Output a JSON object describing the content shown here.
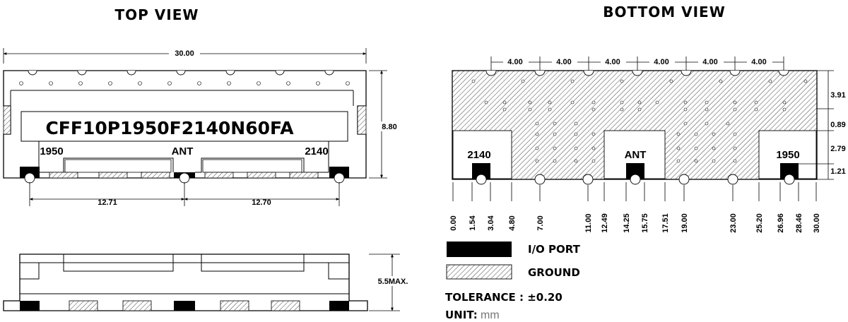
{
  "titles": {
    "top_view": "TOP VIEW",
    "bottom_view": "BOTTOM VIEW"
  },
  "top_view": {
    "width_dim": "30.00",
    "height_dim": "8.80",
    "part_number": "CFF10P1950F2140N60FA",
    "port_left": "1950",
    "port_center": "ANT",
    "port_right": "2140",
    "pitch_left": "12.71",
    "pitch_right": "12.70"
  },
  "side_view": {
    "height_dim": "5.5MAX."
  },
  "bottom_view": {
    "pitch_labels": [
      "4.00",
      "4.00",
      "4.00",
      "4.00",
      "4.00",
      "4.00"
    ],
    "vertical_dims": [
      "3.91",
      "0.89",
      "2.79",
      "1.21"
    ],
    "port_left": "2140",
    "port_center": "ANT",
    "port_right": "1950",
    "x_positions": [
      "0.00",
      "1.54",
      "3.04",
      "4.80",
      "7.00",
      "11.00",
      "12.49",
      "14.25",
      "15.75",
      "17.51",
      "19.00",
      "23.00",
      "25.20",
      "26.96",
      "28.46",
      "30.00"
    ]
  },
  "legend": {
    "io_port": "I/O PORT",
    "ground": "GROUND",
    "tolerance": "TOLERANCE : ±0.20",
    "unit_label": "UNIT:",
    "unit_value": "mm"
  },
  "colors": {
    "line": "#000000",
    "io_port": "#000000",
    "ground_hatch": "#555555",
    "unit_text": "#777777"
  }
}
